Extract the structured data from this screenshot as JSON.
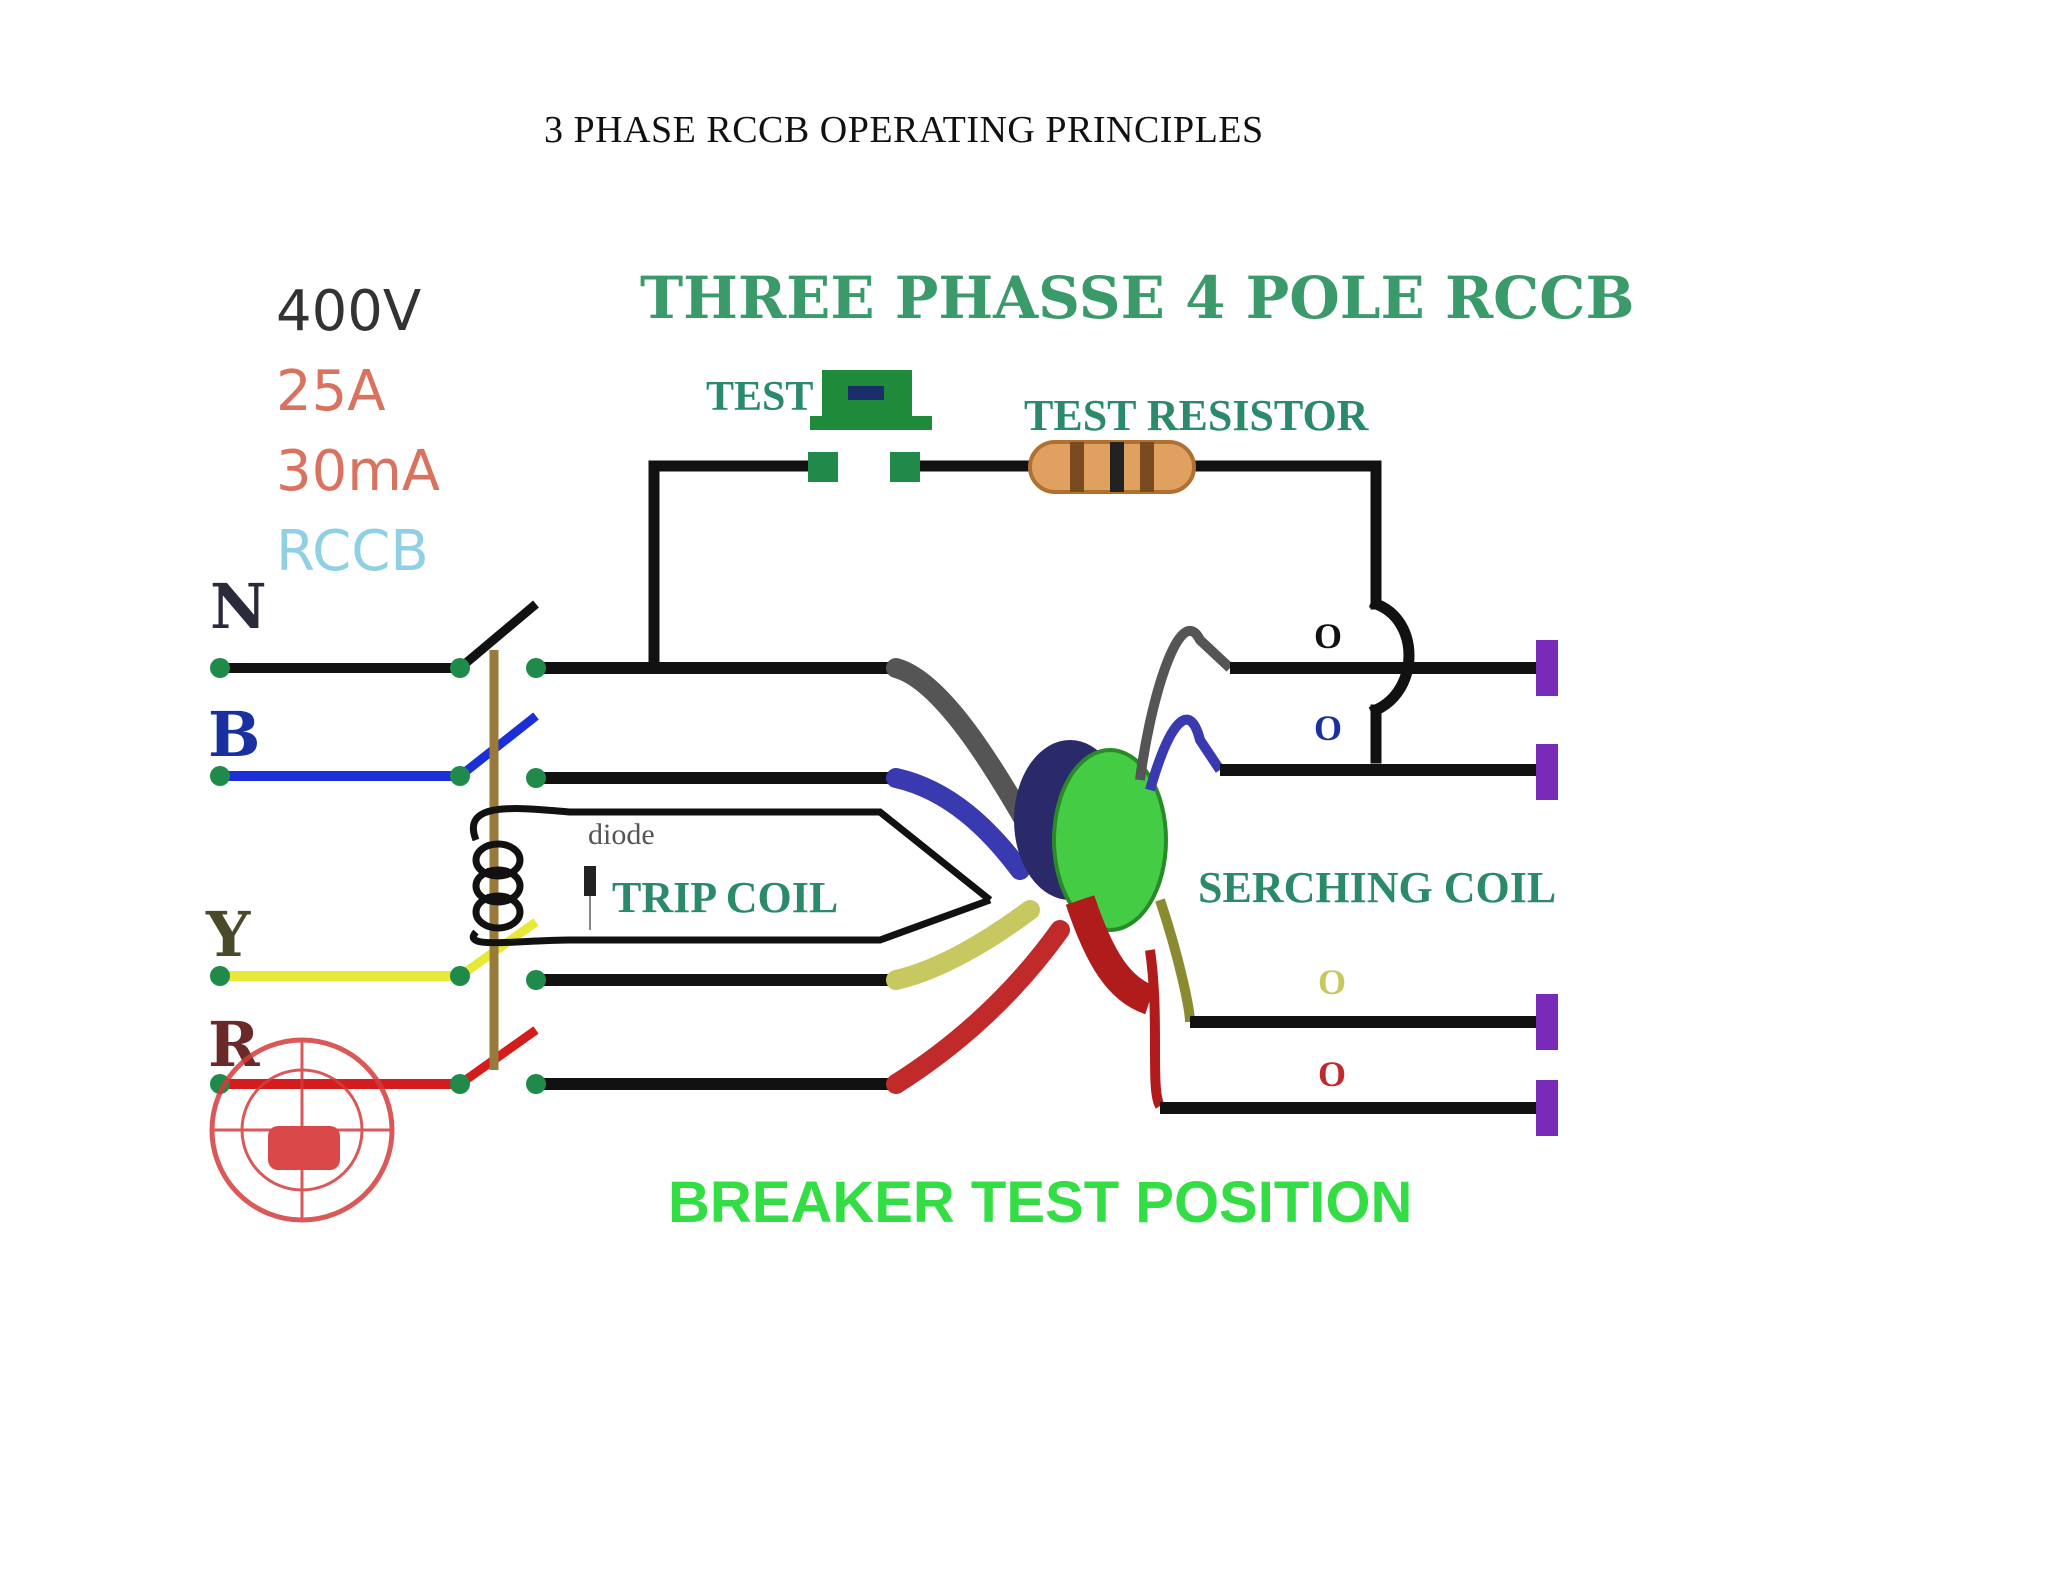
{
  "page_title": "3 PHASE RCCB OPERATING PRINCIPLES",
  "specs": {
    "voltage": "400V",
    "current": "25A",
    "sensitivity": "30mA",
    "device": "RCCB"
  },
  "diagram": {
    "heading": "THREE PHASSE 4 POLE RCCB",
    "test_button_label": "TEST",
    "test_resistor_label": "TEST RESISTOR",
    "diode_label": "diode",
    "trip_coil_label": "TRIP COIL",
    "searching_coil_label": "SERCHING COIL",
    "footer": "BREAKER TEST POSITION",
    "phases": [
      "N",
      "B",
      "Y",
      "R"
    ],
    "output_marks": [
      "O",
      "O",
      "O",
      "O"
    ]
  },
  "colors": {
    "neutral": "#111111",
    "blue_phase": "#1a2fd6",
    "yellow_phase": "#e8e838",
    "red_phase": "#d41c1c",
    "terminal_green": "#1f8a4a",
    "output_purple": "#7a2ab8",
    "heading_green": "#3a9a6a",
    "footer_green": "#33dd44"
  }
}
